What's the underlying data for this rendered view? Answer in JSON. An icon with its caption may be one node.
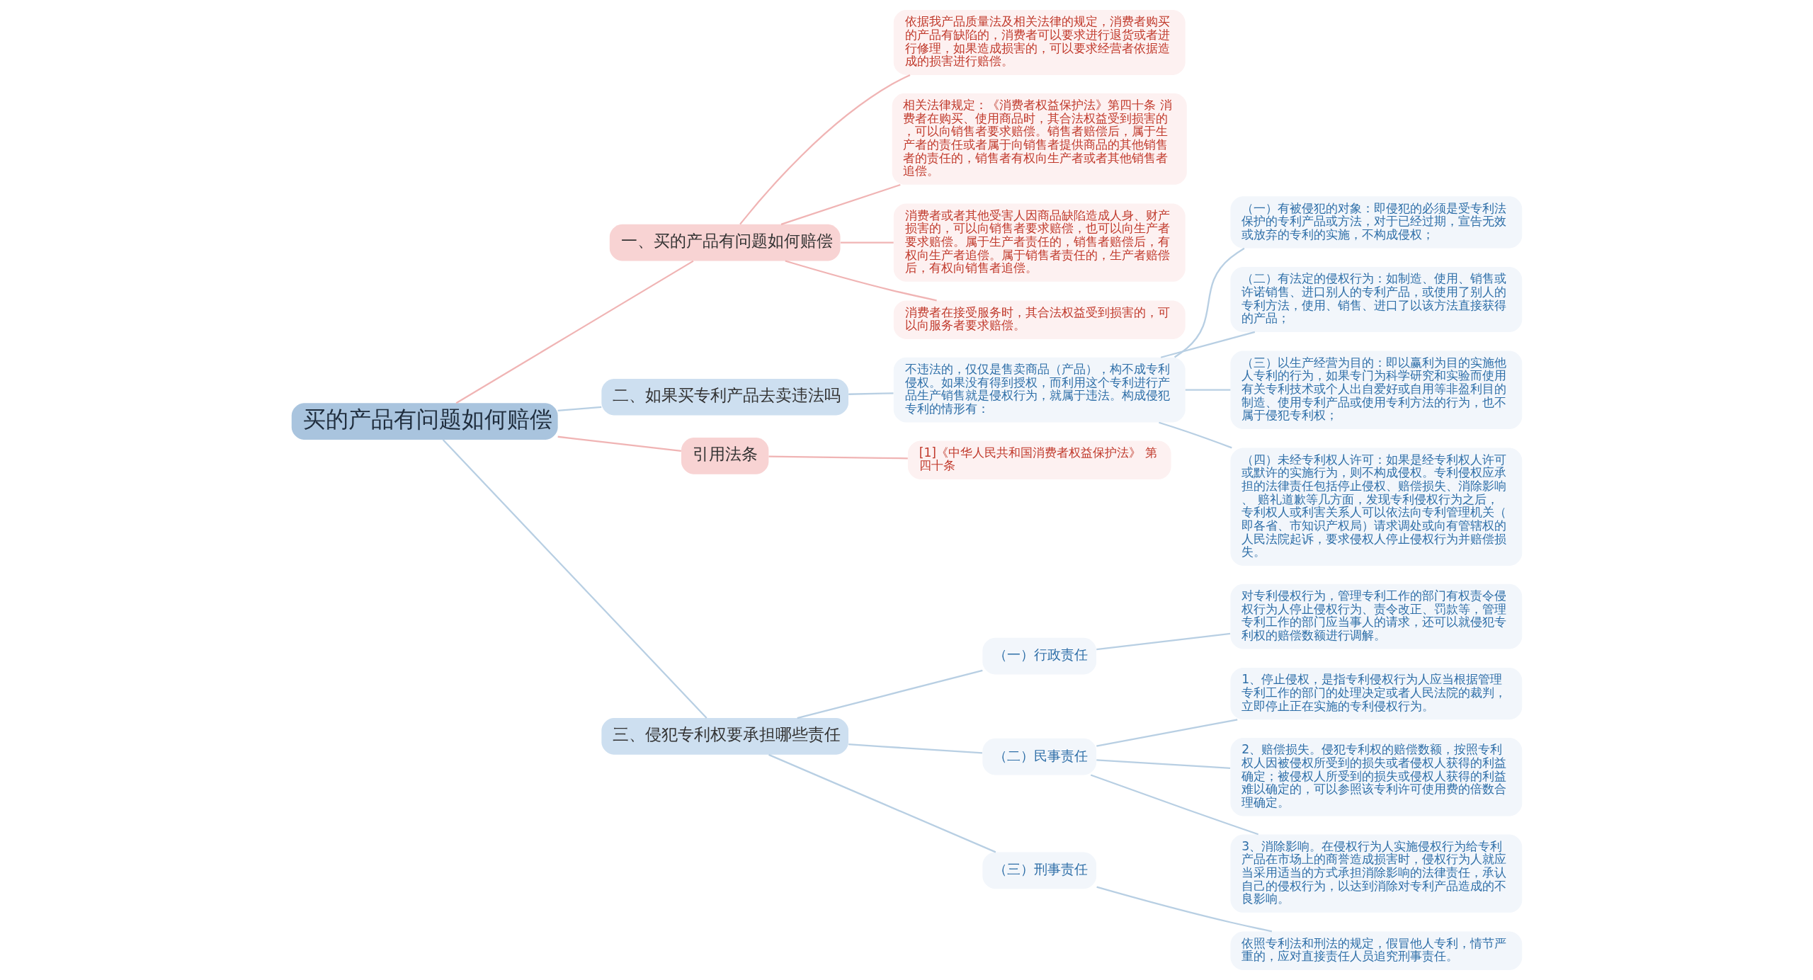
{
  "diagram": {
    "nodes": [
      {
        "text": [
          "买的产品有问题如何赔偿"
        ]
      },
      {
        "text": [
          "一、买的产品有问题如何赔偿"
        ]
      },
      {
        "text": [
          "依据我产品质量法及相关法律的规定，消费者购买的产品有缺陷的，消费者可以要求进行退货或者进行修理，如果造成损害的，可以要求经营者依据造成的损害进行赔偿。"
        ]
      },
      {
        "text": [
          "相关法律规定：《消费者权益保护法》第四十条 消费者在购买、使用商品时，其合法权益受到损害的，可以向销售者要求赔偿。销售者赔偿后，属于生产者的责任或者属于向销售者提供商品的其他销售者的责任的，销售者有权向生产者或者其他销售者追偿。"
        ]
      },
      {
        "text": [
          "消费者或者其他受害人因商品缺陷造成人身、财产损害的，可以向销售者要求赔偿，也可以向生产者要求赔偿。属于生产者责任的，销售者赔偿后，有权向生产者追偿。属于销售者责任的，生产者赔偿后，有权向销售者追偿。"
        ]
      },
      {
        "text": [
          "消费者在接受服务时，其合法权益受到损害的，可以向服务者要求赔偿。"
        ]
      },
      {
        "text": [
          "二、如果买专利产品去卖违法吗"
        ]
      },
      {
        "text": [
          "不违法的，仅仅是售卖商品（产品），构不成专利侵权。如果没有得到授权，而利用这个专利进行产品生产销售就是侵权行为，就属于违法。构成侵犯专利的情形有："
        ]
      },
      {
        "text": [
          "（一）有被侵犯的对象：即侵犯的必须是受专利法保护的专利产品或方法，对于已经过期，宣告无效或放弃的专利的实施，不构成侵权；"
        ]
      },
      {
        "text": [
          "（二）有法定的侵权行为：如制造、使用、销售或许诺销售、进口别人的专利产品，或使用了别人的专利方法，使用、销售、进口了以该方法直接获得的产品；"
        ]
      },
      {
        "text": [
          "（三）以生产经营为目的：即以赢利为目的实施他人专利的行为，如果专门为科学研究和实验而使用有关专利技术或个人出自爱好或自用等非盈利目的制造、使用专利产品或使用专利方法的行为，也不属于侵犯专利权；"
        ]
      },
      {
        "text": [
          "（四）未经专利权人许可：如果是经专利权人许可或默许的实施行为，则不构成侵权。专利侵权应承担的法律责任包括停止侵权、赔偿损失、消除影响、 赔礼道歉等几方面，发现专利侵权行为之后，专利权人或利害关系人可以依法向专利管理机关（即各省、市知识产权局）请求调处或向有管辖权的人民法院起诉，要求侵权人停止侵权行为并赔偿损失。"
        ]
      },
      {
        "text": [
          "引用法条"
        ]
      },
      {
        "text": [
          "[1]《中华人民共和国消费者权益保护法》 第四十条"
        ]
      },
      {
        "text": [
          "三、侵犯专利权要承担哪些责任"
        ]
      },
      {
        "text": [
          "（一）行政责任"
        ]
      },
      {
        "text": [
          "对专利侵权行为，管理专利工作的部门有权责令侵权行为人停止侵权行为、责令改正、罚款等，管理专利工作的部门应当事人的请求，还可以就侵犯专利权的赔偿数额进行调解。"
        ]
      },
      {
        "text": [
          "（二）民事责任"
        ]
      },
      {
        "text": [
          "1、停止侵权，是指专利侵权行为人应当根据管理专利工作的部门的处理决定或者人民法院的裁判，立即停止正在实施的专利侵权行为。"
        ]
      },
      {
        "text": [
          "2、赔偿损失。侵犯专利权的赔偿数额，按照专利权人因被侵权所受到的损失或者侵权人获得的利益确定；被侵权人所受到的损失或侵权人获得的利益难以确定的，可以参照该专利许可使用费的倍数合理确定。"
        ]
      },
      {
        "text": [
          "3、消除影响。在侵权行为人实施侵权行为给专利产品在市场上的商誉造成损害时，侵权行为人就应当采用适当的方式承担消除影响的法律责任，承认自己的侵权行为，以达到消除对专利产品造成的不良影响。"
        ]
      },
      {
        "text": [
          "（三）刑事责任"
        ]
      },
      {
        "text": [
          "依照专利法和刑法的规定，假冒他人专利，情节严重的，应对直接责任人员追究刑事责任。"
        ]
      }
    ],
    "edges": [
      {
        "from": 0,
        "to": 1,
        "arrow": "none",
        "color": "#f0b4b4"
      },
      {
        "from": 1,
        "to": 2,
        "arrow": "none",
        "color": "#f0b4b4"
      },
      {
        "from": 1,
        "to": 3,
        "arrow": "none",
        "color": "#f0b4b4"
      },
      {
        "from": 1,
        "to": 4,
        "arrow": "none",
        "color": "#f0b4b4"
      },
      {
        "from": 1,
        "to": 5,
        "arrow": "none",
        "color": "#f0b4b4"
      },
      {
        "from": 0,
        "to": 6,
        "arrow": "none"
      },
      {
        "from": 6,
        "to": 7,
        "arrow": "none"
      },
      {
        "from": 7,
        "to": 8,
        "arrow": "none"
      },
      {
        "from": 7,
        "to": 9,
        "arrow": "none"
      },
      {
        "from": 7,
        "to": 10,
        "arrow": "none"
      },
      {
        "from": 7,
        "to": 11,
        "arrow": "none"
      },
      {
        "from": 0,
        "to": 12,
        "arrow": "none",
        "color": "#f0b4b4"
      },
      {
        "from": 12,
        "to": 13,
        "arrow": "none",
        "color": "#f0b4b4"
      },
      {
        "from": 0,
        "to": 14,
        "arrow": "none"
      },
      {
        "from": 14,
        "to": 15,
        "arrow": "none"
      },
      {
        "from": 15,
        "to": 16,
        "arrow": "none"
      },
      {
        "from": 14,
        "to": 17,
        "arrow": "none"
      },
      {
        "from": 17,
        "to": 18,
        "arrow": "none"
      },
      {
        "from": 17,
        "to": 19,
        "arrow": "none"
      },
      {
        "from": 17,
        "to": 20,
        "arrow": "none"
      },
      {
        "from": 14,
        "to": 21,
        "arrow": "none"
      },
      {
        "from": 21,
        "to": 22,
        "arrow": "none"
      }
    ]
  }
}
